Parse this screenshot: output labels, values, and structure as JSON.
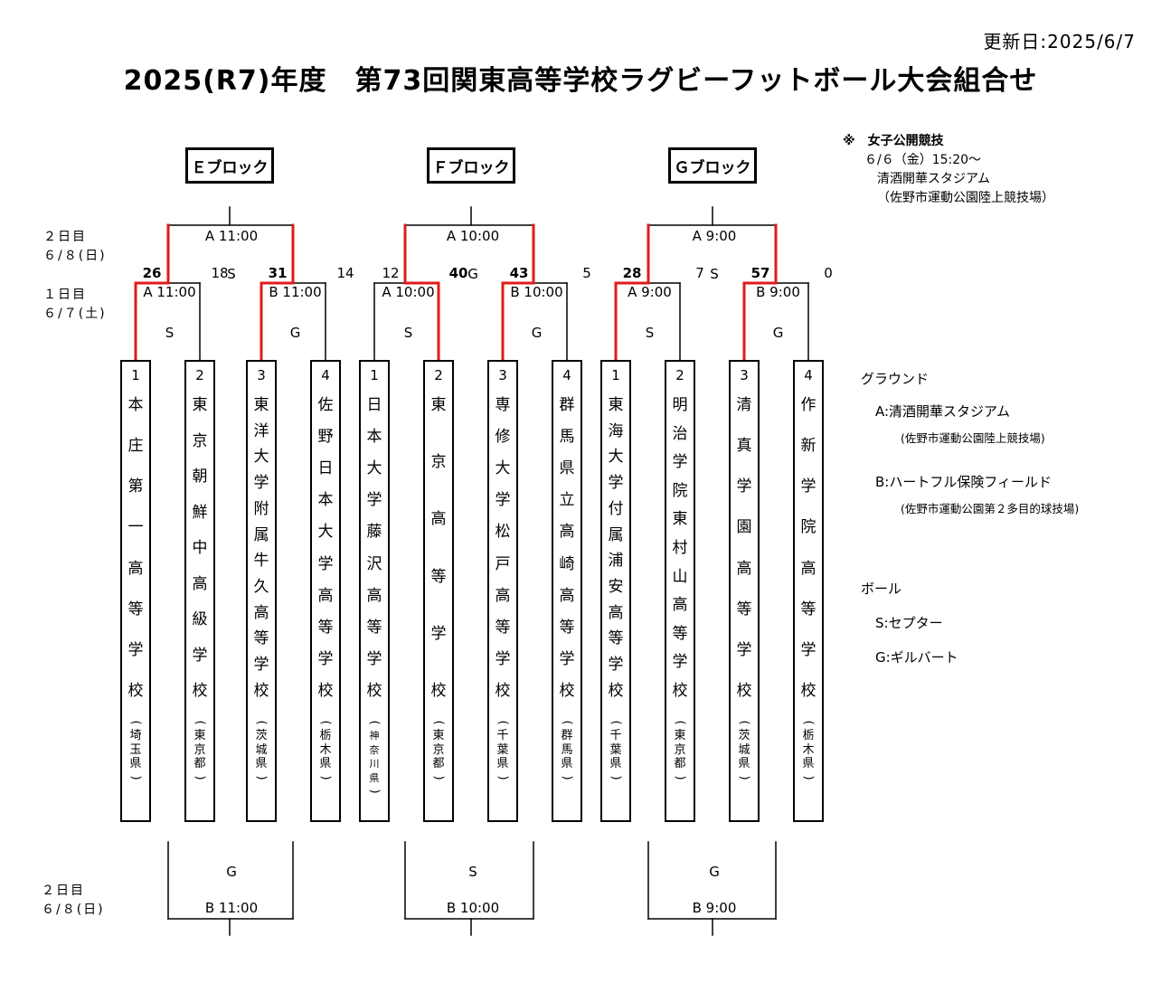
{
  "update_date": "更新日:2025/6/7",
  "title": "2025(R7)年度　第73回関東高等学校ラグビーフットボール大会組合せ",
  "day_labels": {
    "day2_top": "２日目",
    "day2_top_date": "６/８(日)",
    "day1": "１日目",
    "day1_date": "６/７(土)",
    "day2_bottom": "２日目",
    "day2_bottom_date": "６/８(日)"
  },
  "womens_note": {
    "title": "※　女子公開競技",
    "line1": "６/６（金）15:20～",
    "line2": "清酒開華スタジアム",
    "line3": "（佐野市運動公園陸上競技場）"
  },
  "legend": {
    "ground_heading": "グラウンド",
    "ground_a": "A:清酒開華スタジアム",
    "ground_a_sub": "(佐野市運動公園陸上競技場)",
    "ground_b": "B:ハートフル保険フィールド",
    "ground_b_sub": "(佐野市運動公園第２多目的球技場)",
    "ball_heading": "ボール",
    "ball_s": "S:セプター",
    "ball_g": "G:ギルバート"
  },
  "colors": {
    "winner_line": "#e01b1b",
    "line": "#000000"
  },
  "blocks": [
    {
      "name": "Ｅブロック",
      "final": {
        "label": "A 11:00",
        "ball": "S"
      },
      "consolation": {
        "ball": "G",
        "label": "B 11:00"
      },
      "semis": [
        {
          "label": "A 11:00",
          "ball": "S",
          "score_left": "26",
          "score_right": "18",
          "winner": "left"
        },
        {
          "label": "B 11:00",
          "ball": "G",
          "score_left": "31",
          "score_right": "14",
          "winner": "left"
        }
      ],
      "teams": [
        {
          "num": "1",
          "name": "本庄第一高等学校",
          "pref": "埼玉県"
        },
        {
          "num": "2",
          "name": "東京朝鮮中高級学校",
          "pref": "東京都"
        },
        {
          "num": "3",
          "name": "東洋大学附属牛久高等学校",
          "pref": "茨城県"
        },
        {
          "num": "4",
          "name": "佐野日本大学高等学校",
          "pref": "栃木県"
        }
      ]
    },
    {
      "name": "Ｆブロック",
      "final": {
        "label": "A 10:00",
        "ball": "G"
      },
      "consolation": {
        "ball": "S",
        "label": "B 10:00"
      },
      "semis": [
        {
          "label": "A 10:00",
          "ball": "S",
          "score_left": "12",
          "score_right": "40",
          "winner": "right"
        },
        {
          "label": "B 10:00",
          "ball": "G",
          "score_left": "43",
          "score_right": "5",
          "winner": "left"
        }
      ],
      "teams": [
        {
          "num": "1",
          "name": "日本大学藤沢高等学校",
          "pref": "神奈川県"
        },
        {
          "num": "2",
          "name": "東京高等学校",
          "pref": "東京都"
        },
        {
          "num": "3",
          "name": "専修大学松戸高等学校",
          "pref": "千葉県"
        },
        {
          "num": "4",
          "name": "群馬県立高崎高等学校",
          "pref": "群馬県"
        }
      ]
    },
    {
      "name": "Ｇブロック",
      "final": {
        "label": "A 9:00",
        "ball": "S"
      },
      "consolation": {
        "ball": "G",
        "label": "B 9:00"
      },
      "semis": [
        {
          "label": "A 9:00",
          "ball": "S",
          "score_left": "28",
          "score_right": "7",
          "winner": "left"
        },
        {
          "label": "B 9:00",
          "ball": "G",
          "score_left": "57",
          "score_right": "0",
          "winner": "left"
        }
      ],
      "teams": [
        {
          "num": "1",
          "name": "東海大学付属浦安高等学校",
          "pref": "千葉県"
        },
        {
          "num": "2",
          "name": "明治学院東村山高等学校",
          "pref": "東京都"
        },
        {
          "num": "3",
          "name": "清真学園高等学校",
          "pref": "茨城県"
        },
        {
          "num": "4",
          "name": "作新学院高等学校",
          "pref": "栃木県"
        }
      ]
    }
  ]
}
